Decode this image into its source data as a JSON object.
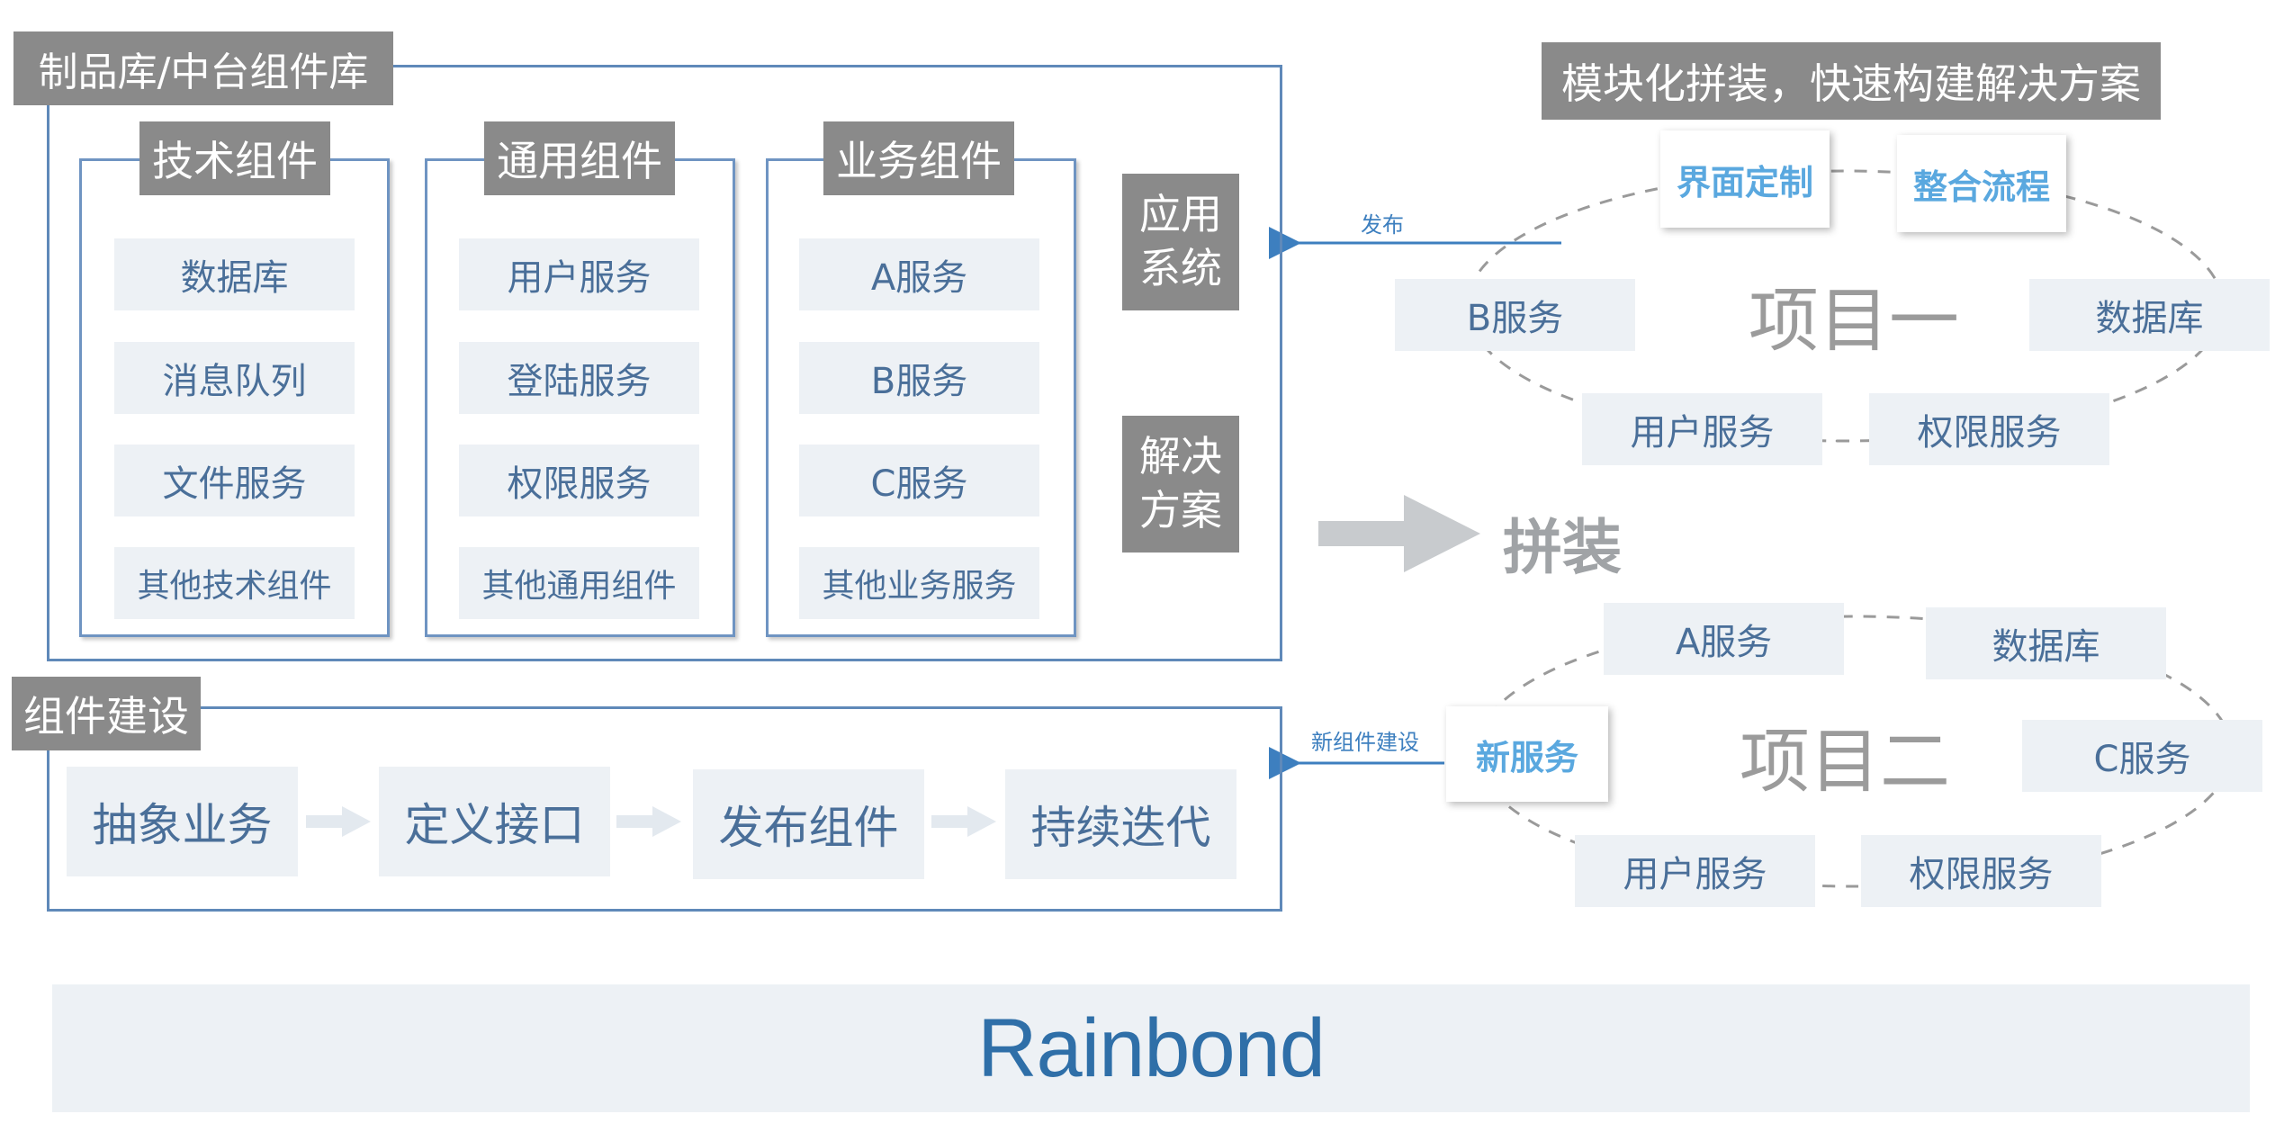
{
  "library": {
    "title": "制品库/中台组件库",
    "groups": [
      {
        "title": "技术组件",
        "items": [
          "数据库",
          "消息队列",
          "文件服务",
          "其他技术组件"
        ]
      },
      {
        "title": "通用组件",
        "items": [
          "用户服务",
          "登陆服务",
          "权限服务",
          "其他通用组件"
        ]
      },
      {
        "title": "业务组件",
        "items": [
          "A服务",
          "B服务",
          "C服务",
          "其他业务服务"
        ]
      }
    ],
    "apps": [
      "应用\n系统",
      "解决\n方案"
    ]
  },
  "build": {
    "title": "组件建设",
    "steps": [
      "抽象业务",
      "定义接口",
      "发布组件",
      "持续迭代"
    ]
  },
  "assembly": {
    "header": "模块化拼装，快速构建解决方案",
    "arrow_label": "拼装",
    "publish_label": "发布",
    "new_component_label": "新组件建设",
    "project1": {
      "title": "项目一",
      "highlight": [
        "界面定制",
        "整合流程"
      ],
      "nodes": [
        "B服务",
        "数据库",
        "用户服务",
        "权限服务"
      ]
    },
    "project2": {
      "title": "项目二",
      "new_service": "新服务",
      "nodes": [
        "A服务",
        "数据库",
        "C服务",
        "用户服务",
        "权限服务"
      ]
    }
  },
  "platform": {
    "name": "Rainbond"
  },
  "colors": {
    "frame": "#5f89b9",
    "label_bg": "#8a8a8a",
    "tile_bg": "#edf1f5",
    "tile_text": "#4a6f99",
    "highlight_text": "#5aa8df",
    "platform_text": "#2f6fa8"
  }
}
